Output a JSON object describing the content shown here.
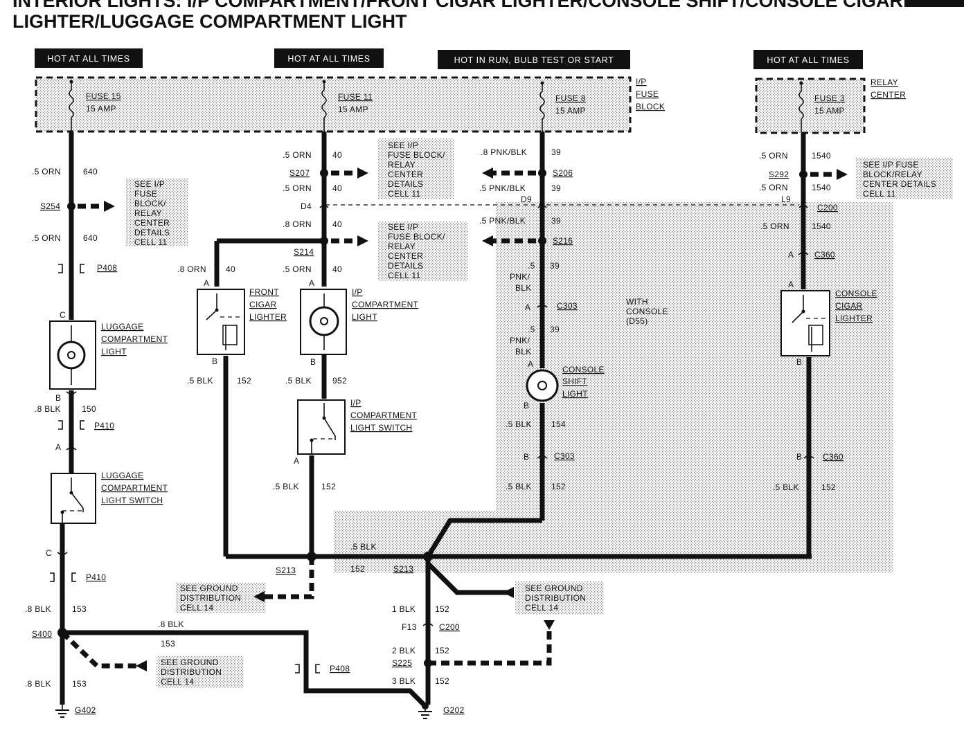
{
  "title": {
    "line1": "INTERIOR LIGHTS: I/P COMPARTMENT/FRONT CIGAR LIGHTER/CONSOLE SHIFT/CONSOLE CIGAR",
    "line2": "LIGHTER/LUGGAGE COMPARTMENT LIGHT"
  },
  "power": {
    "hot1": "HOT AT ALL TIMES",
    "hot2": "HOT AT ALL TIMES",
    "hot3": "HOT IN RUN, BULB TEST OR START",
    "hot4": "HOT AT ALL TIMES",
    "fuse15": "FUSE 15",
    "fuse15_amp": "15 AMP",
    "fuse11": "FUSE 11",
    "fuse11_amp": "15 AMP",
    "fuse8": "FUSE 8",
    "fuse8_amp": "15 AMP",
    "fuse3": "FUSE 3",
    "fuse3_amp": "15 AMP",
    "fuse_block_1": "I/P",
    "fuse_block_2": "FUSE",
    "fuse_block_3": "BLOCK",
    "relay_center_1": "RELAY",
    "relay_center_2": "CENTER"
  },
  "wires": {
    "orn5": ".5 ORN",
    "orn8": ".8 ORN",
    "pnk8": ".8 PNK/BLK",
    "pnk5": ".5 PNK/BLK",
    "pnk_a": ".5",
    "pnk_b": "PNK/",
    "pnk_c": "BLK",
    "blk5": ".5 BLK",
    "blk8": ".8 BLK",
    "blk1": "1 BLK",
    "blk2": "2 BLK",
    "blk3": "3 BLK",
    "c640": "640",
    "c40": "40",
    "c39": "39",
    "c1540": "1540",
    "c150": "150",
    "c152": "152",
    "c952": "952",
    "c154": "154",
    "c153": "153"
  },
  "splices": {
    "s254": "S254",
    "s207": "S207",
    "s206": "S206",
    "s292": "S292",
    "s214": "S214",
    "s216": "S216",
    "s213": "S213",
    "s400": "S400",
    "s225": "S225"
  },
  "connectors": {
    "d4": "D4",
    "d9": "D9",
    "l9": "L9",
    "c200": "C200",
    "c360": "C360",
    "c303": "C303",
    "p408": "P408",
    "p410": "P410",
    "f13": "F13",
    "pa": "A",
    "pb": "B",
    "pc": "C"
  },
  "grounds": {
    "g402": "G402",
    "g202": "G202"
  },
  "components": {
    "luggage_light_1": "LUGGAGE",
    "luggage_light_2": "COMPARTMENT",
    "luggage_light_3": "LIGHT",
    "luggage_sw_1": "LUGGAGE",
    "luggage_sw_2": "COMPARTMENT",
    "luggage_sw_3": "LIGHT SWITCH",
    "front_cigar_1": "FRONT",
    "front_cigar_2": "CIGAR",
    "front_cigar_3": "LIGHTER",
    "ip_light_1": "I/P",
    "ip_light_2": "COMPARTMENT",
    "ip_light_3": "LIGHT",
    "ip_sw_1": "I/P",
    "ip_sw_2": "COMPARTMENT",
    "ip_sw_3": "LIGHT SWITCH",
    "console_shift_1": "CONSOLE",
    "console_shift_2": "SHIFT",
    "console_shift_3": "LIGHT",
    "console_cigar_1": "CONSOLE",
    "console_cigar_2": "CIGAR",
    "console_cigar_3": "LIGHTER",
    "with_console_1": "WITH",
    "with_console_2": "CONSOLE",
    "with_console_3": "(D55)"
  },
  "notes": {
    "see_ip_1": "SEE I/P",
    "see_ip_2": "FUSE",
    "see_ip_3": "BLOCK/",
    "see_ip_4": "RELAY",
    "see_ip_5": "CENTER",
    "see_ip_6": "DETAILS",
    "see_ip_7": "CELL 11",
    "see_b_1": "SEE I/P",
    "see_b_2": "FUSE BLOCK/",
    "see_b_3": "RELAY",
    "see_b_4": "CENTER",
    "see_b_5": "DETAILS",
    "see_b_6": "CELL 11",
    "see_c_1": "SEE I/P",
    "see_c_2": "FUSE BLOCK/",
    "see_c_3": "RELAY",
    "see_c_4": "CENTER",
    "see_c_5": "DETAILS",
    "see_c_6": "CELL 11",
    "see_d_1": "SEE I/P FUSE",
    "see_d_2": "BLOCK/RELAY",
    "see_d_3": "CENTER DETAILS",
    "see_d_4": "CELL 11",
    "gnd_1": "SEE GROUND",
    "gnd_2": "DISTRIBUTION",
    "gnd_3": "CELL 14"
  }
}
